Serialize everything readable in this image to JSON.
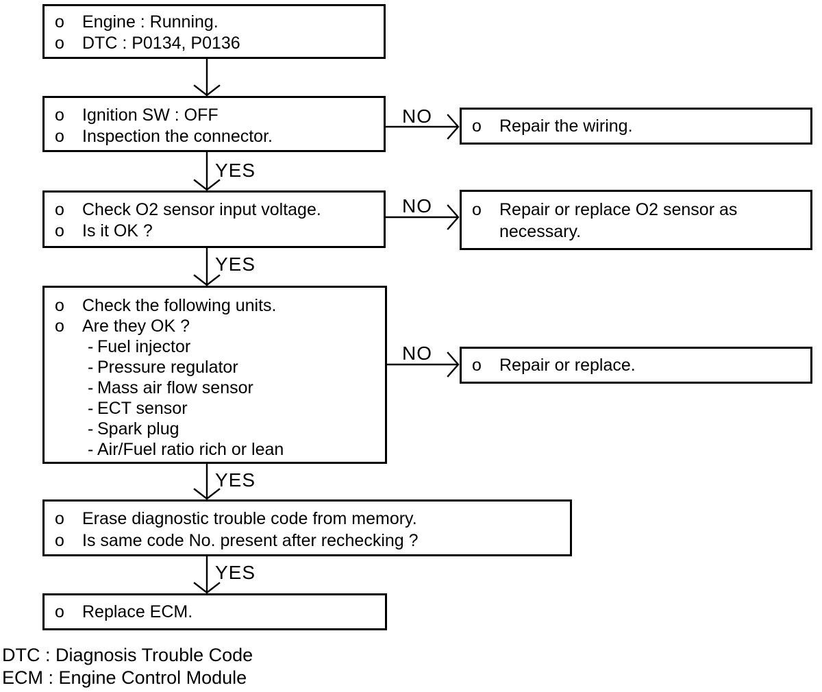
{
  "flow": {
    "bullet_char": "o",
    "dash_char": "-",
    "labels": {
      "yes": "YES",
      "no": "NO"
    },
    "boxes": {
      "start": {
        "lines": [
          "Engine : Running.",
          "DTC : P0134, P0136"
        ]
      },
      "ignition": {
        "lines": [
          "Ignition SW : OFF",
          "Inspection the connector."
        ]
      },
      "voltage": {
        "lines": [
          "Check O2 sensor input voltage.",
          "Is it OK ?"
        ]
      },
      "units": {
        "lines": [
          "Check the following units.",
          "Are they OK ?"
        ],
        "sub_items": [
          "Fuel injector",
          "Pressure regulator",
          "Mass air flow sensor",
          "ECT sensor",
          "Spark plug",
          "Air/Fuel ratio rich or lean"
        ]
      },
      "erase": {
        "lines": [
          "Erase diagnostic trouble code from memory.",
          "Is same code No. present after rechecking ?"
        ]
      },
      "replace_ecm": {
        "lines": [
          "Replace ECM."
        ]
      },
      "repair_wiring": {
        "lines": [
          "Repair the wiring."
        ]
      },
      "repair_o2": {
        "lines": [
          "Repair or replace O2 sensor as necessary."
        ]
      },
      "repair_replace": {
        "lines": [
          "Repair or replace."
        ]
      }
    },
    "footnotes": [
      "DTC : Diagnosis Trouble Code",
      "ECM : Engine Control Module"
    ]
  }
}
